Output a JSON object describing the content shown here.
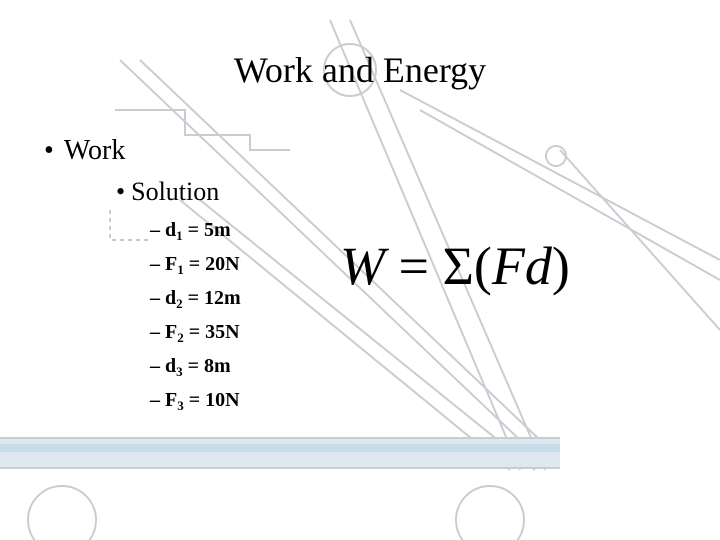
{
  "slide": {
    "title": "Work and Energy",
    "bullet_level1": {
      "marker": "•",
      "text": "Work"
    },
    "bullet_level2": {
      "marker": "•",
      "text": "Solution"
    },
    "items": [
      {
        "dash": "–",
        "symbol": "d",
        "sub": "1",
        "rest": " = 5m"
      },
      {
        "dash": "–",
        "symbol": "F",
        "sub": "1",
        "rest": " = 20N"
      },
      {
        "dash": "–",
        "symbol": "d",
        "sub": "2",
        "rest": " = 12m"
      },
      {
        "dash": "–",
        "symbol": "F",
        "sub": "2",
        "rest": " = 35N"
      },
      {
        "dash": "–",
        "symbol": "d",
        "sub": "3",
        "rest": " = 8m"
      },
      {
        "dash": "–",
        "symbol": "F",
        "sub": "3",
        "rest": " = 10N"
      }
    ],
    "equation": {
      "lhs": "W",
      "eq": " = ",
      "sigma": "Σ",
      "open": "(",
      "body": "Fd",
      "close": ")"
    }
  },
  "colors": {
    "background": "#ffffff",
    "text": "#000000",
    "faded_drawing": "#bfc6cc",
    "faded_blue": "#c9dcea"
  }
}
